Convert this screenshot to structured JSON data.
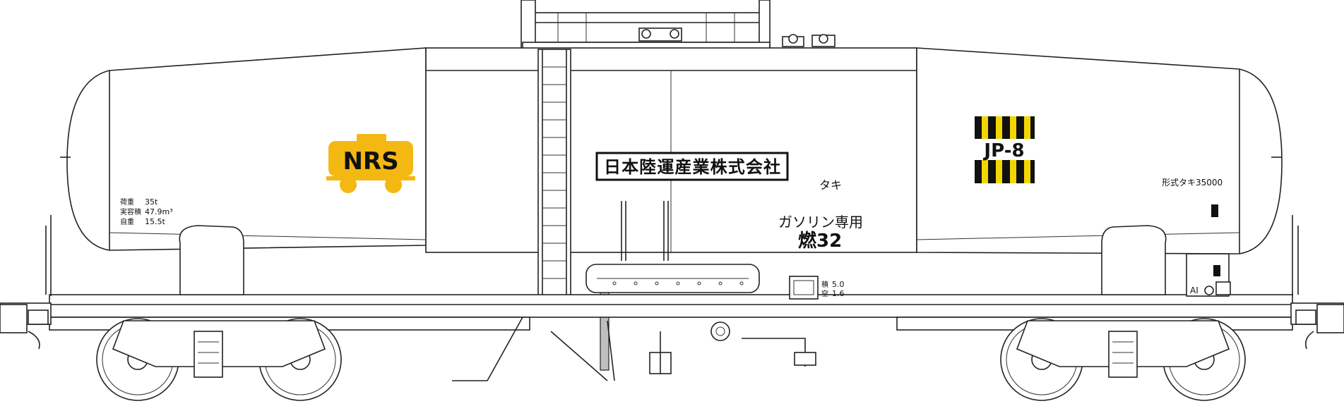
{
  "logos": {
    "nrs": {
      "text": "NRS",
      "color": "#f4b813"
    },
    "jp8": {
      "text": "JP-8",
      "stripe_color": "#f2d600"
    }
  },
  "company_name": "日本陸運産業株式会社",
  "car_class": "タキ",
  "cargo": "ガソリン専用",
  "fuel_code": "燃32",
  "model_number": "形式タキ35000",
  "specs": {
    "load_label": "荷重",
    "load_value": "35t",
    "capacity_label": "実容積",
    "capacity_value": "47.9m³",
    "tare_label": "自重",
    "tare_value": "15.5t"
  },
  "gauge_box": {
    "row1_label": "積",
    "row1_value": "5.0",
    "row2_label": "空",
    "row2_value": "1.6"
  },
  "brake_label": "AI"
}
